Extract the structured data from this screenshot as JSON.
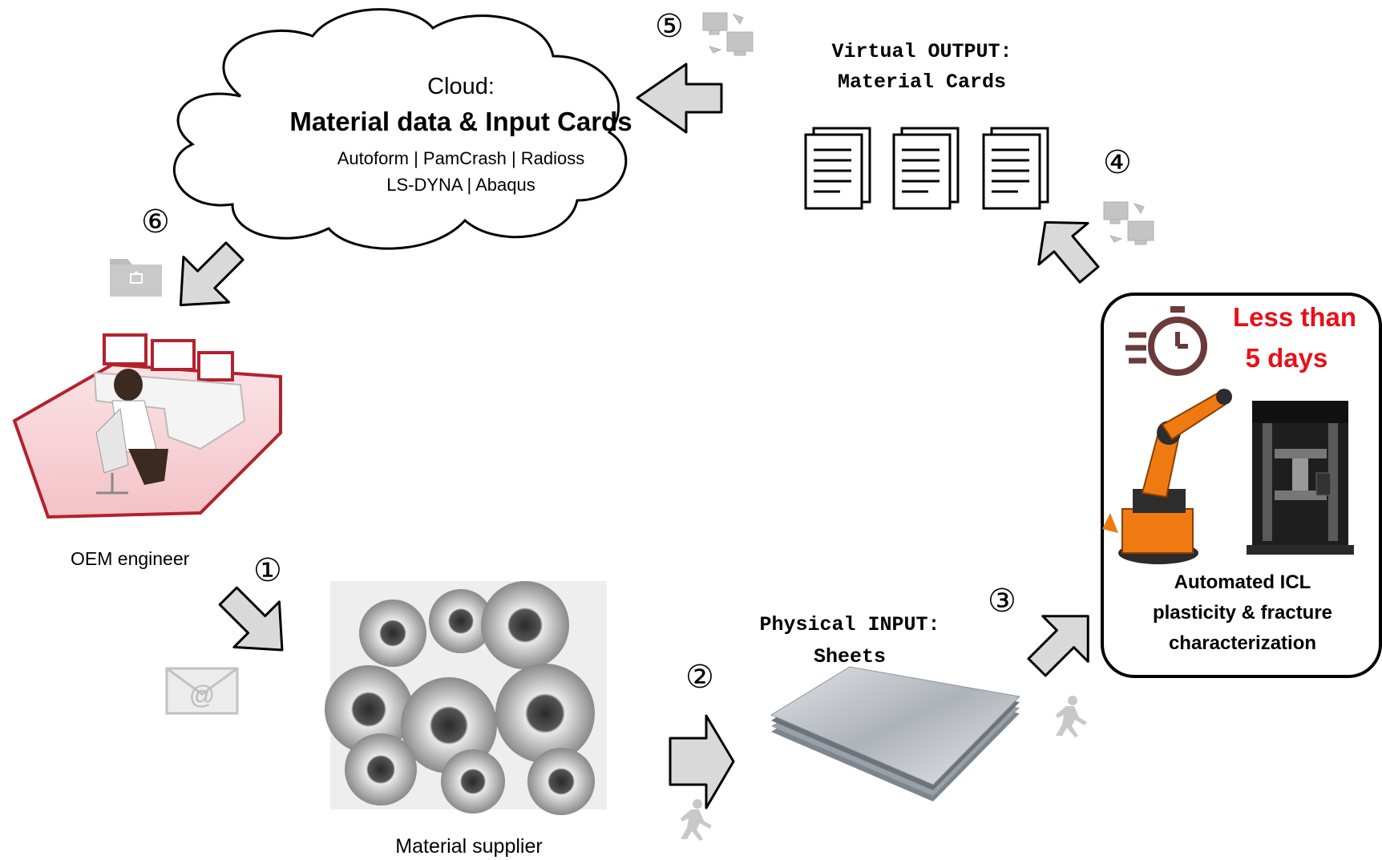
{
  "cloud": {
    "heading": "Cloud:",
    "title": "Material data & Input Cards",
    "software_line1": "Autoform | PamCrash | Radioss",
    "software_line2": "LS-DYNA | Abaqus"
  },
  "virtual_output": {
    "line1": "Virtual OUTPUT:",
    "line2": "Material Cards"
  },
  "physical_input": {
    "line1": "Physical INPUT:",
    "line2": "Sheets"
  },
  "oem_label": "OEM engineer",
  "supplier_label": "Material supplier",
  "lab": {
    "time_line1": "Less than",
    "time_line2": "5 days",
    "desc_line1": "Automated ICL",
    "desc_line2": "plasticity & fracture",
    "desc_line3": "characterization",
    "time_color": "#e8101a"
  },
  "steps": [
    "①",
    "②",
    "③",
    "④",
    "⑤",
    "⑥"
  ],
  "colors": {
    "arrow_fill": "#d9d9d9",
    "arrow_stroke": "#000000",
    "icon_gray": "#b8b8b8",
    "robot_orange": "#f07a12"
  },
  "icons": [
    "email-icon",
    "runner-icon",
    "computers-exchange-icon",
    "folder-upload-icon",
    "stopwatch-icon",
    "document-icon"
  ]
}
